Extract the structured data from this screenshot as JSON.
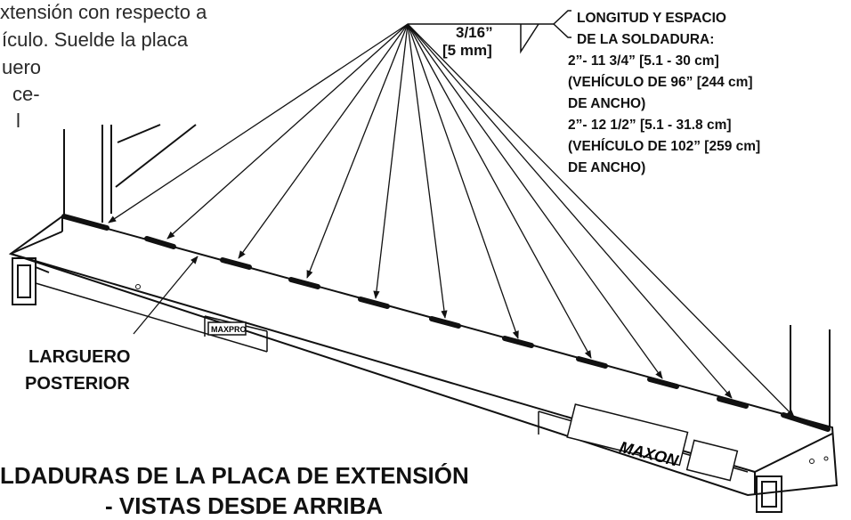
{
  "intro_text": [
    "xtensión con respecto a",
    "ículo. Suelde la placa",
    "uero",
    "ce-",
    "l"
  ],
  "weld_dimension": {
    "inch": "3/16”",
    "metric": "[5 mm]"
  },
  "weld_spec": [
    "LONGITUD Y ESPACIO",
    "DE LA SOLDADURA:",
    "2”- 11 3/4” [5.1 - 30 cm]",
    "(VEHÍCULO DE 96” [244 cm]",
    " DE ANCHO)",
    "2”- 12 1/2” [5.1 - 31.8 cm]",
    "(VEHÍCULO DE 102” [259 cm]",
    " DE ANCHO)"
  ],
  "part_label": [
    "LARGUERO",
    "POSTERIOR"
  ],
  "title": [
    "LDADURAS DE LA PLACA DE EXTENSIÓN",
    "- VISTAS DESDE ARRIBA"
  ],
  "brand_small": "MAXPRO",
  "brand_large": "MAXON",
  "icons": {
    "weld_callout": "fillet-weld-symbol",
    "arrow": "arrowhead"
  }
}
